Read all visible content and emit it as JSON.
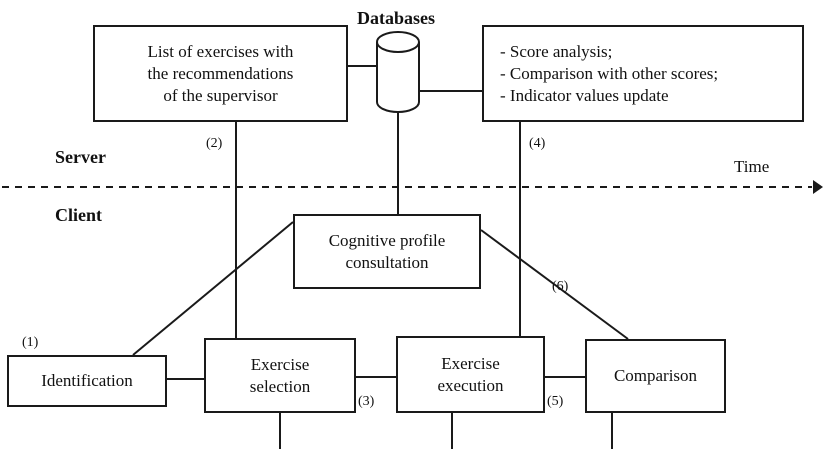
{
  "labels": {
    "databases": "Databases",
    "server": "Server",
    "client": "Client",
    "time": "Time"
  },
  "boxes": {
    "exercise_list": [
      "List of exercises with",
      "the recommendations",
      "of the supervisor"
    ],
    "score_tasks": [
      "- Score analysis;",
      "- Comparison with other scores;",
      "- Indicator values update"
    ],
    "cognitive_profile": [
      "Cognitive profile",
      "consultation"
    ],
    "identification": "Identification",
    "exercise_selection": [
      "Exercise",
      "selection"
    ],
    "exercise_execution": [
      "Exercise",
      "execution"
    ],
    "comparison": "Comparison"
  },
  "step_numbers": {
    "s1": "(1)",
    "s2": "(2)",
    "s3": "(3)",
    "s4": "(4)",
    "s5": "(5)",
    "s6": "(6)"
  }
}
